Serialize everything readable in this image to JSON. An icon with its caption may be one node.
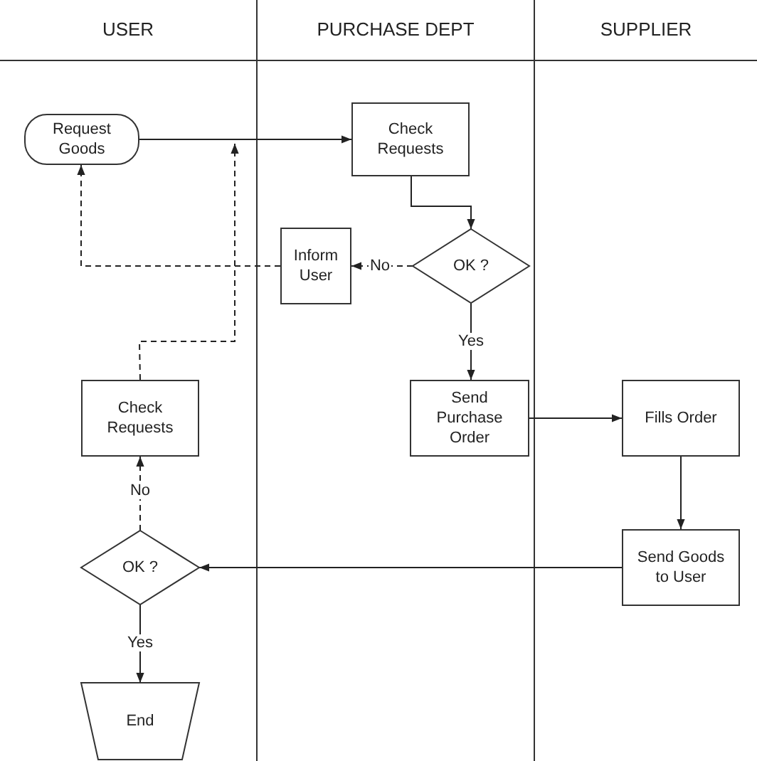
{
  "diagram": {
    "nodes": [
      {
        "text": [
          "USER"
        ]
      },
      {
        "text": [
          "PURCHASE DEPT"
        ]
      },
      {
        "text": [
          "SUPPLIER"
        ]
      },
      {
        "text": [
          "Request Goods"
        ],
        "in": 0
      },
      {
        "text": [
          "Check Requests"
        ],
        "in": 1
      },
      {
        "text": [
          "Inform User"
        ],
        "in": 1
      },
      {
        "text": [
          "OK ?"
        ],
        "in": 1
      },
      {
        "text": [
          "Send Purchase Order"
        ],
        "in": 1
      },
      {
        "text": [
          "Fills Order"
        ],
        "in": 2
      },
      {
        "text": [
          "Check Requests"
        ],
        "in": 0
      },
      {
        "text": [
          "Send Goods to User"
        ],
        "in": 2
      },
      {
        "text": [
          "OK ?"
        ],
        "in": 0
      },
      {
        "text": [
          "End"
        ],
        "in": 0
      }
    ],
    "edges": [
      {
        "from": 3,
        "to": 4,
        "arrow": "to"
      },
      {
        "from": 4,
        "to": 6,
        "arrow": "to"
      },
      {
        "from": 6,
        "to": 5,
        "arrow": "to",
        "label": "No",
        "style": "dashed"
      },
      {
        "from": 6,
        "to": 7,
        "arrow": "to",
        "label": "Yes"
      },
      {
        "from": 5,
        "to": 3,
        "arrow": "to",
        "style": "dashed"
      },
      {
        "from": 9,
        "to": null,
        "arrow": "to",
        "style": "dashed"
      },
      {
        "from": 7,
        "to": 8,
        "arrow": "to"
      },
      {
        "from": 8,
        "to": 10,
        "arrow": "to"
      },
      {
        "from": 10,
        "to": 11,
        "arrow": "to"
      },
      {
        "from": 11,
        "to": 9,
        "arrow": "to",
        "label": "No",
        "style": "dashed"
      },
      {
        "from": 11,
        "to": 12,
        "arrow": "to",
        "label": "Yes"
      }
    ]
  }
}
